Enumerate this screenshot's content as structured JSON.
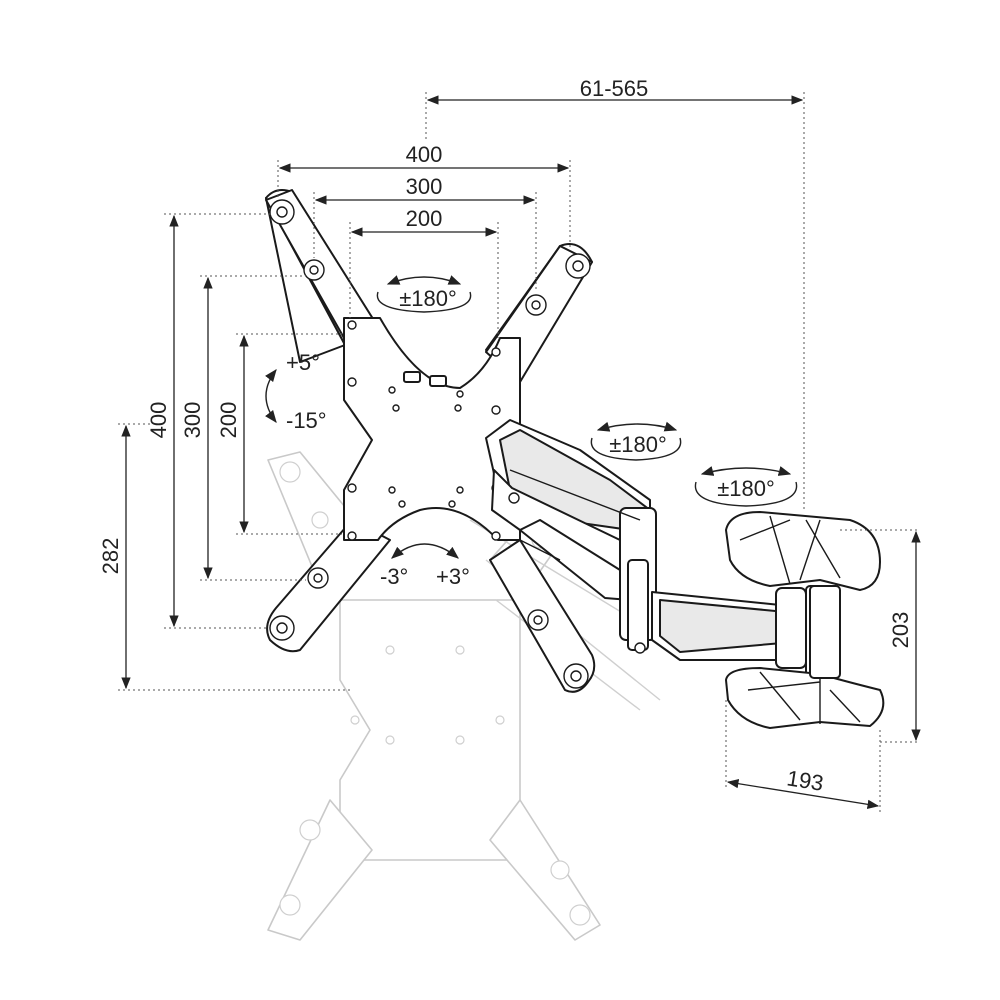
{
  "dimensions": {
    "reach": "61-565",
    "vesa_width_400": "400",
    "vesa_width_300": "300",
    "vesa_width_200": "200",
    "vesa_height_400": "400",
    "vesa_height_300": "300",
    "vesa_height_200": "200",
    "offset_height": "282",
    "wall_plate_height": "203",
    "wall_plate_width": "193"
  },
  "angles": {
    "plate_rotation": "±180°",
    "tilt_up": "+5°",
    "tilt_down": "-15°",
    "level_left": "-3°",
    "level_right": "+3°",
    "arm_swivel": "±180°",
    "wall_swivel": "±180°"
  },
  "colors": {
    "line": "#1a1a1a",
    "ghost": "#c9c9c9"
  }
}
